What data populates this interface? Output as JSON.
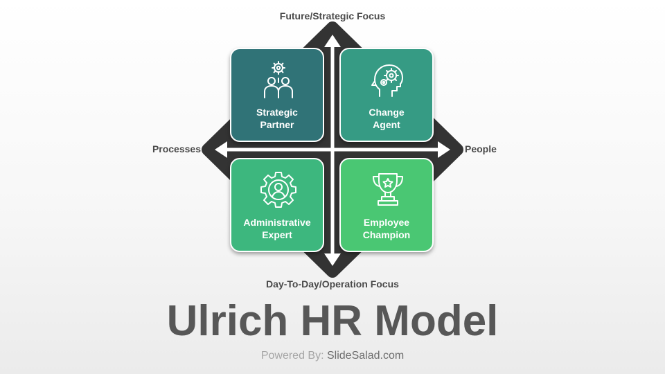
{
  "axes": {
    "top": "Future/Strategic Focus",
    "bottom": "Day-To-Day/Operation Focus",
    "left": "Processes",
    "right": "People"
  },
  "quadrants": {
    "top_left": {
      "line1": "Strategic",
      "line2": "Partner",
      "icon": "team-gear-icon",
      "color": "#307377"
    },
    "top_right": {
      "line1": "Change",
      "line2": "Agent",
      "icon": "head-gears-icon",
      "color": "#369b84"
    },
    "bottom_left": {
      "line1": "Administrative",
      "line2": "Expert",
      "icon": "user-gear-icon",
      "color": "#3db77e"
    },
    "bottom_right": {
      "line1": "Employee",
      "line2": "Champion",
      "icon": "trophy-icon",
      "color": "#4ac773"
    }
  },
  "title": "Ulrich HR Model",
  "footer": {
    "prefix": "Powered By:",
    "brand": "SlideSalad.com"
  },
  "colors": {
    "diamond": "#333333",
    "arrows": "#ffffff",
    "title": "#575757"
  }
}
